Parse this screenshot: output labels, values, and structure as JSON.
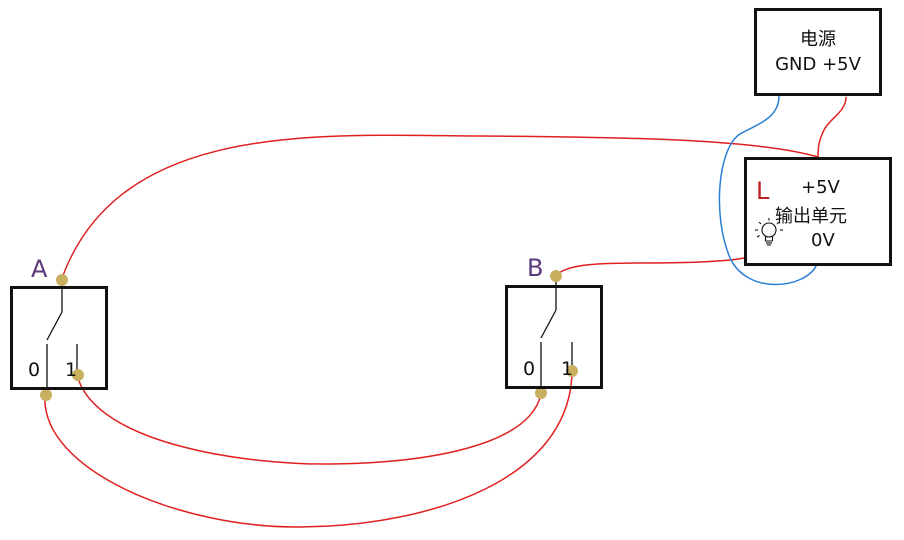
{
  "power": {
    "line1": "电源",
    "line2": "GND +5V"
  },
  "output_unit": {
    "letter": "L",
    "top": "+5V",
    "name": "输出单元",
    "bottom": "0V",
    "lamp_icon": "light-bulb-icon"
  },
  "switch_a": {
    "label": "A",
    "pos0": "0",
    "pos1": "1"
  },
  "switch_b": {
    "label": "B",
    "pos0": "0",
    "pos1": "1"
  },
  "colors": {
    "wire_red": "#e02020",
    "wire_blue": "#2a7fd4",
    "terminal": "#c8b060",
    "letter_purple": "#5a3a7a",
    "letter_red": "#c02020"
  }
}
